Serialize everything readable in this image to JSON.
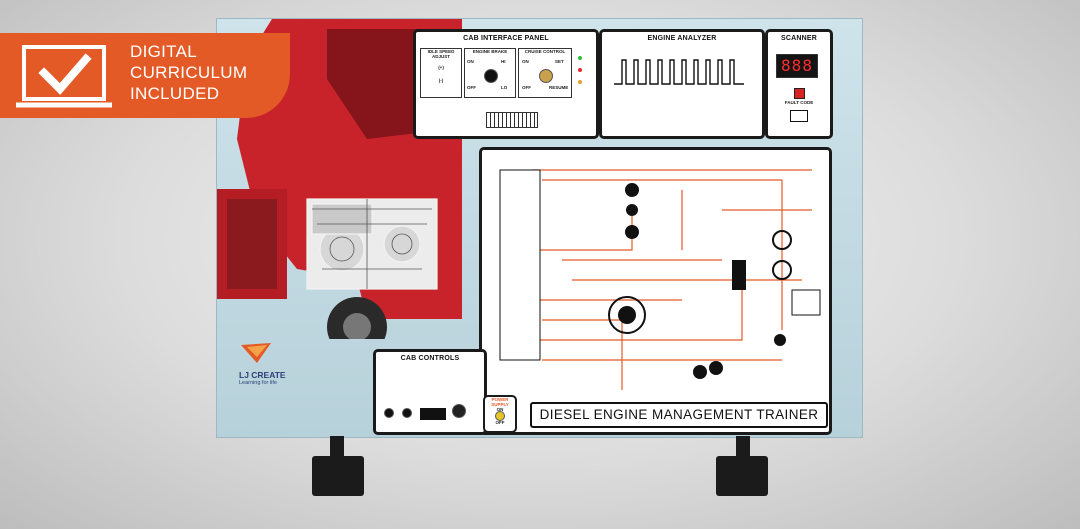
{
  "badge": {
    "lines": [
      "DIGITAL",
      "CURRICULUM",
      "INCLUDED"
    ],
    "icon": "checkmark-laptop-icon",
    "color": "#e35a26"
  },
  "board": {
    "cab_interface_panel": {
      "title": "CAB INTERFACE PANEL",
      "idle_speed": {
        "label": "IDLE SPEED ADJUST",
        "plus": "(+)",
        "minus": "(-)"
      },
      "engine_brake": {
        "label": "ENGINE BRAKE",
        "on": "ON",
        "off": "OFF",
        "hi": "HI",
        "lo": "LO"
      },
      "cruise_control": {
        "label": "CRUISE CONTROL",
        "on": "ON",
        "off": "OFF",
        "set": "SET",
        "resume": "RESUME"
      }
    },
    "engine_analyzer": {
      "title": "ENGINE ANALYZER"
    },
    "scanner": {
      "title": "SCANNER",
      "display": "888",
      "fault_code": "FAULT CODE"
    },
    "cab_controls": {
      "title": "CAB CONTROLS"
    },
    "power_supply": {
      "label": "POWER SUPPLY",
      "on": "ON",
      "off": "OFF"
    },
    "main_title": "DIESEL ENGINE MANAGEMENT TRAINER",
    "brand": {
      "name": "LJ CREATE",
      "tagline": "Learning for life"
    }
  }
}
